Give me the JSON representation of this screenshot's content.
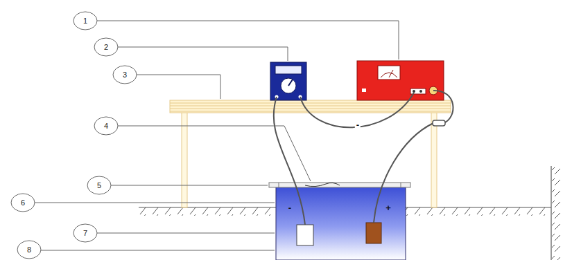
{
  "diagram": {
    "labels": [
      "1",
      "2",
      "3",
      "4",
      "5",
      "6",
      "7",
      "8",
      "-",
      "+",
      "-"
    ]
  }
}
